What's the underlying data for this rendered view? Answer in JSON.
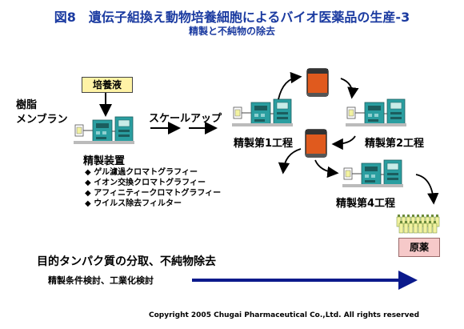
{
  "title": "図8　遺伝子組換え動物培養細胞によるバイオ医薬品の生産-3",
  "subtitle": "精製と不純物の除去",
  "medium_label": "培養液",
  "membrane_label_line1": "樹脂",
  "membrane_label_line2": "メンブラン",
  "scaleup_label": "スケールアップ",
  "apparatus_label": "精製装置",
  "methods": [
    "ゲル濾過クロマトグラフィー",
    "イオン交換クロマトグラフィー",
    "アフィニティークロマトグラフィー",
    "ウイルス除去フィルター"
  ],
  "bullet_symbol": "◆",
  "step1_label": "精製第1工程",
  "step2_label": "精製第2工程",
  "step4_label": "精製第4工程",
  "product_label": "原薬",
  "goal_text": "目的タンパク質の分取、不純物除去",
  "study_text": "精製条件検討、工業化検討",
  "copyright": "Copyright 2005 Chugai Pharmaceutical Co.,Ltd. All rights reserved",
  "colors": {
    "title": "#1a3aa0",
    "equipment": "#2a9ea0",
    "vessel": "#e05a1e",
    "medium_box": "#fff3a6",
    "product_box": "#f6c9c9",
    "bottle": "#f2f2a0",
    "timeline_arrow": "#0b1a8c"
  }
}
